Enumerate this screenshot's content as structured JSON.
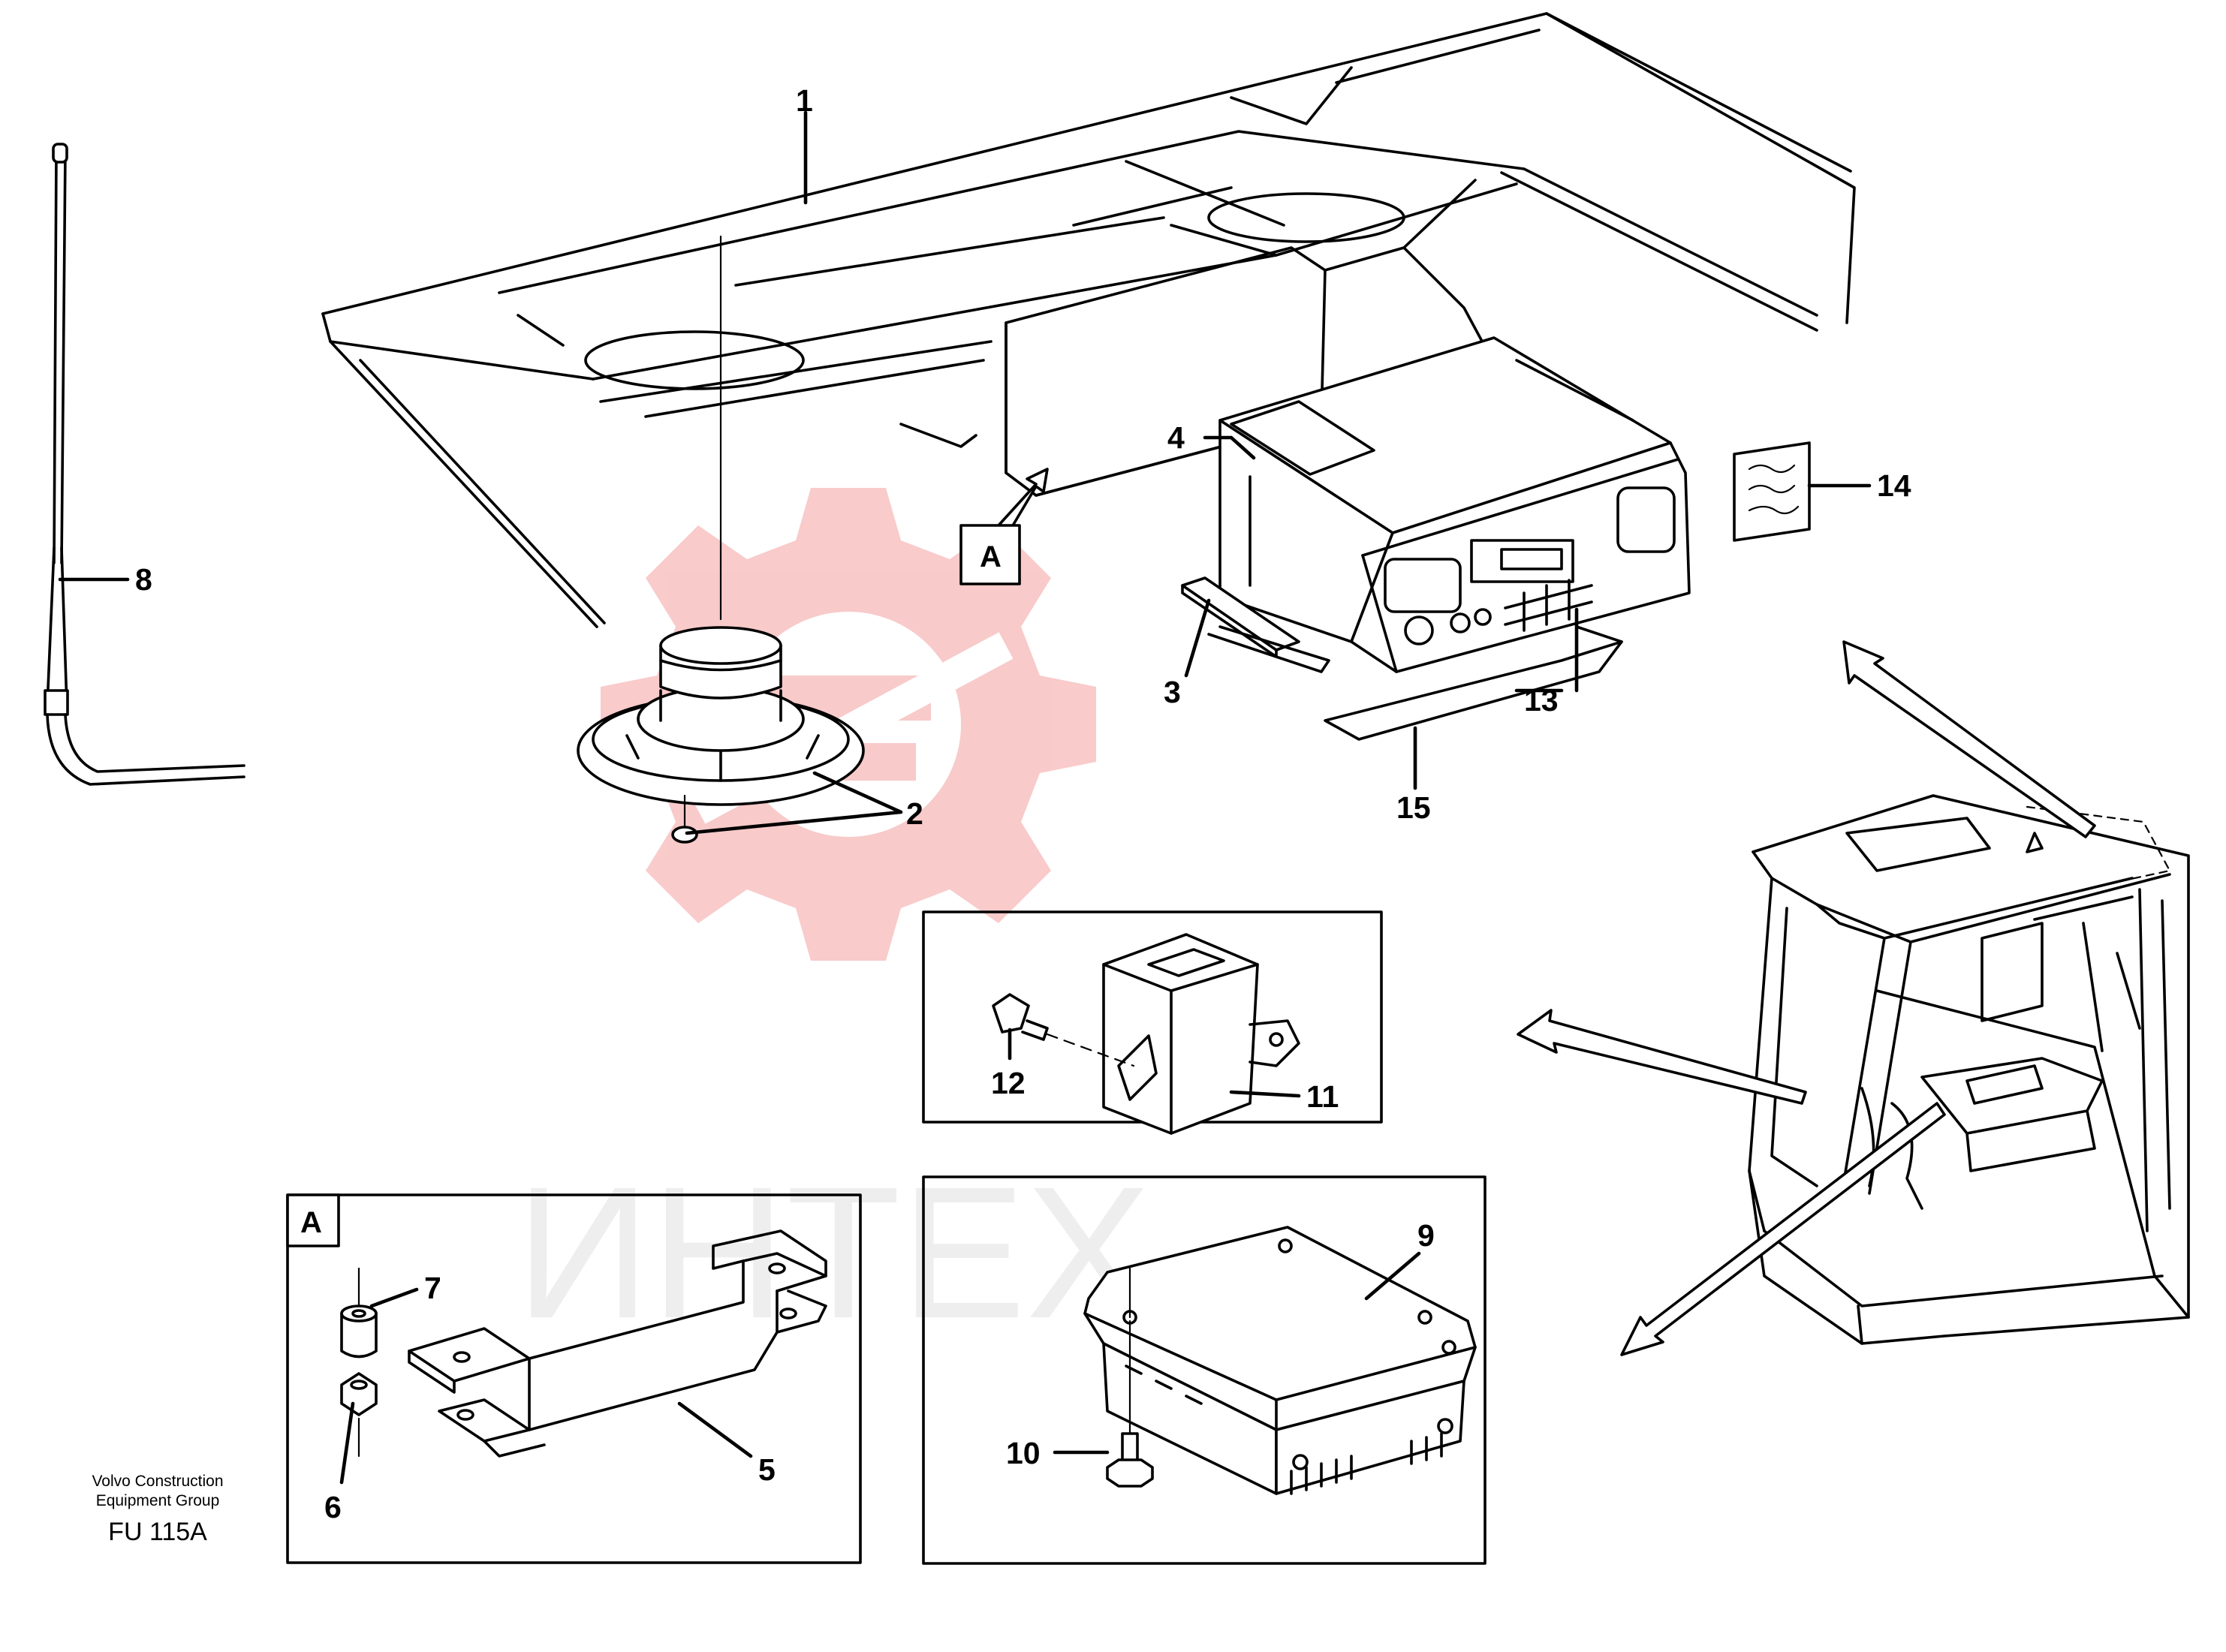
{
  "callouts": {
    "c1": "1",
    "c2": "2",
    "c3": "3",
    "c4": "4",
    "c5": "5",
    "c6": "6",
    "c7": "7",
    "c8": "8",
    "c9": "9",
    "c10": "10",
    "c11": "11",
    "c12": "12",
    "c13": "13",
    "c14": "14",
    "c15": "15"
  },
  "detail_ref": {
    "tag": "A",
    "box_tag": "A"
  },
  "watermark": {
    "text": "ИНТЕХ",
    "logo_icon": "gear-wrench-logo",
    "color": "#f4a0a0"
  },
  "footer": {
    "company_line1": "Volvo Construction",
    "company_line2": "Equipment Group",
    "drawing_code": "FU 115A"
  }
}
